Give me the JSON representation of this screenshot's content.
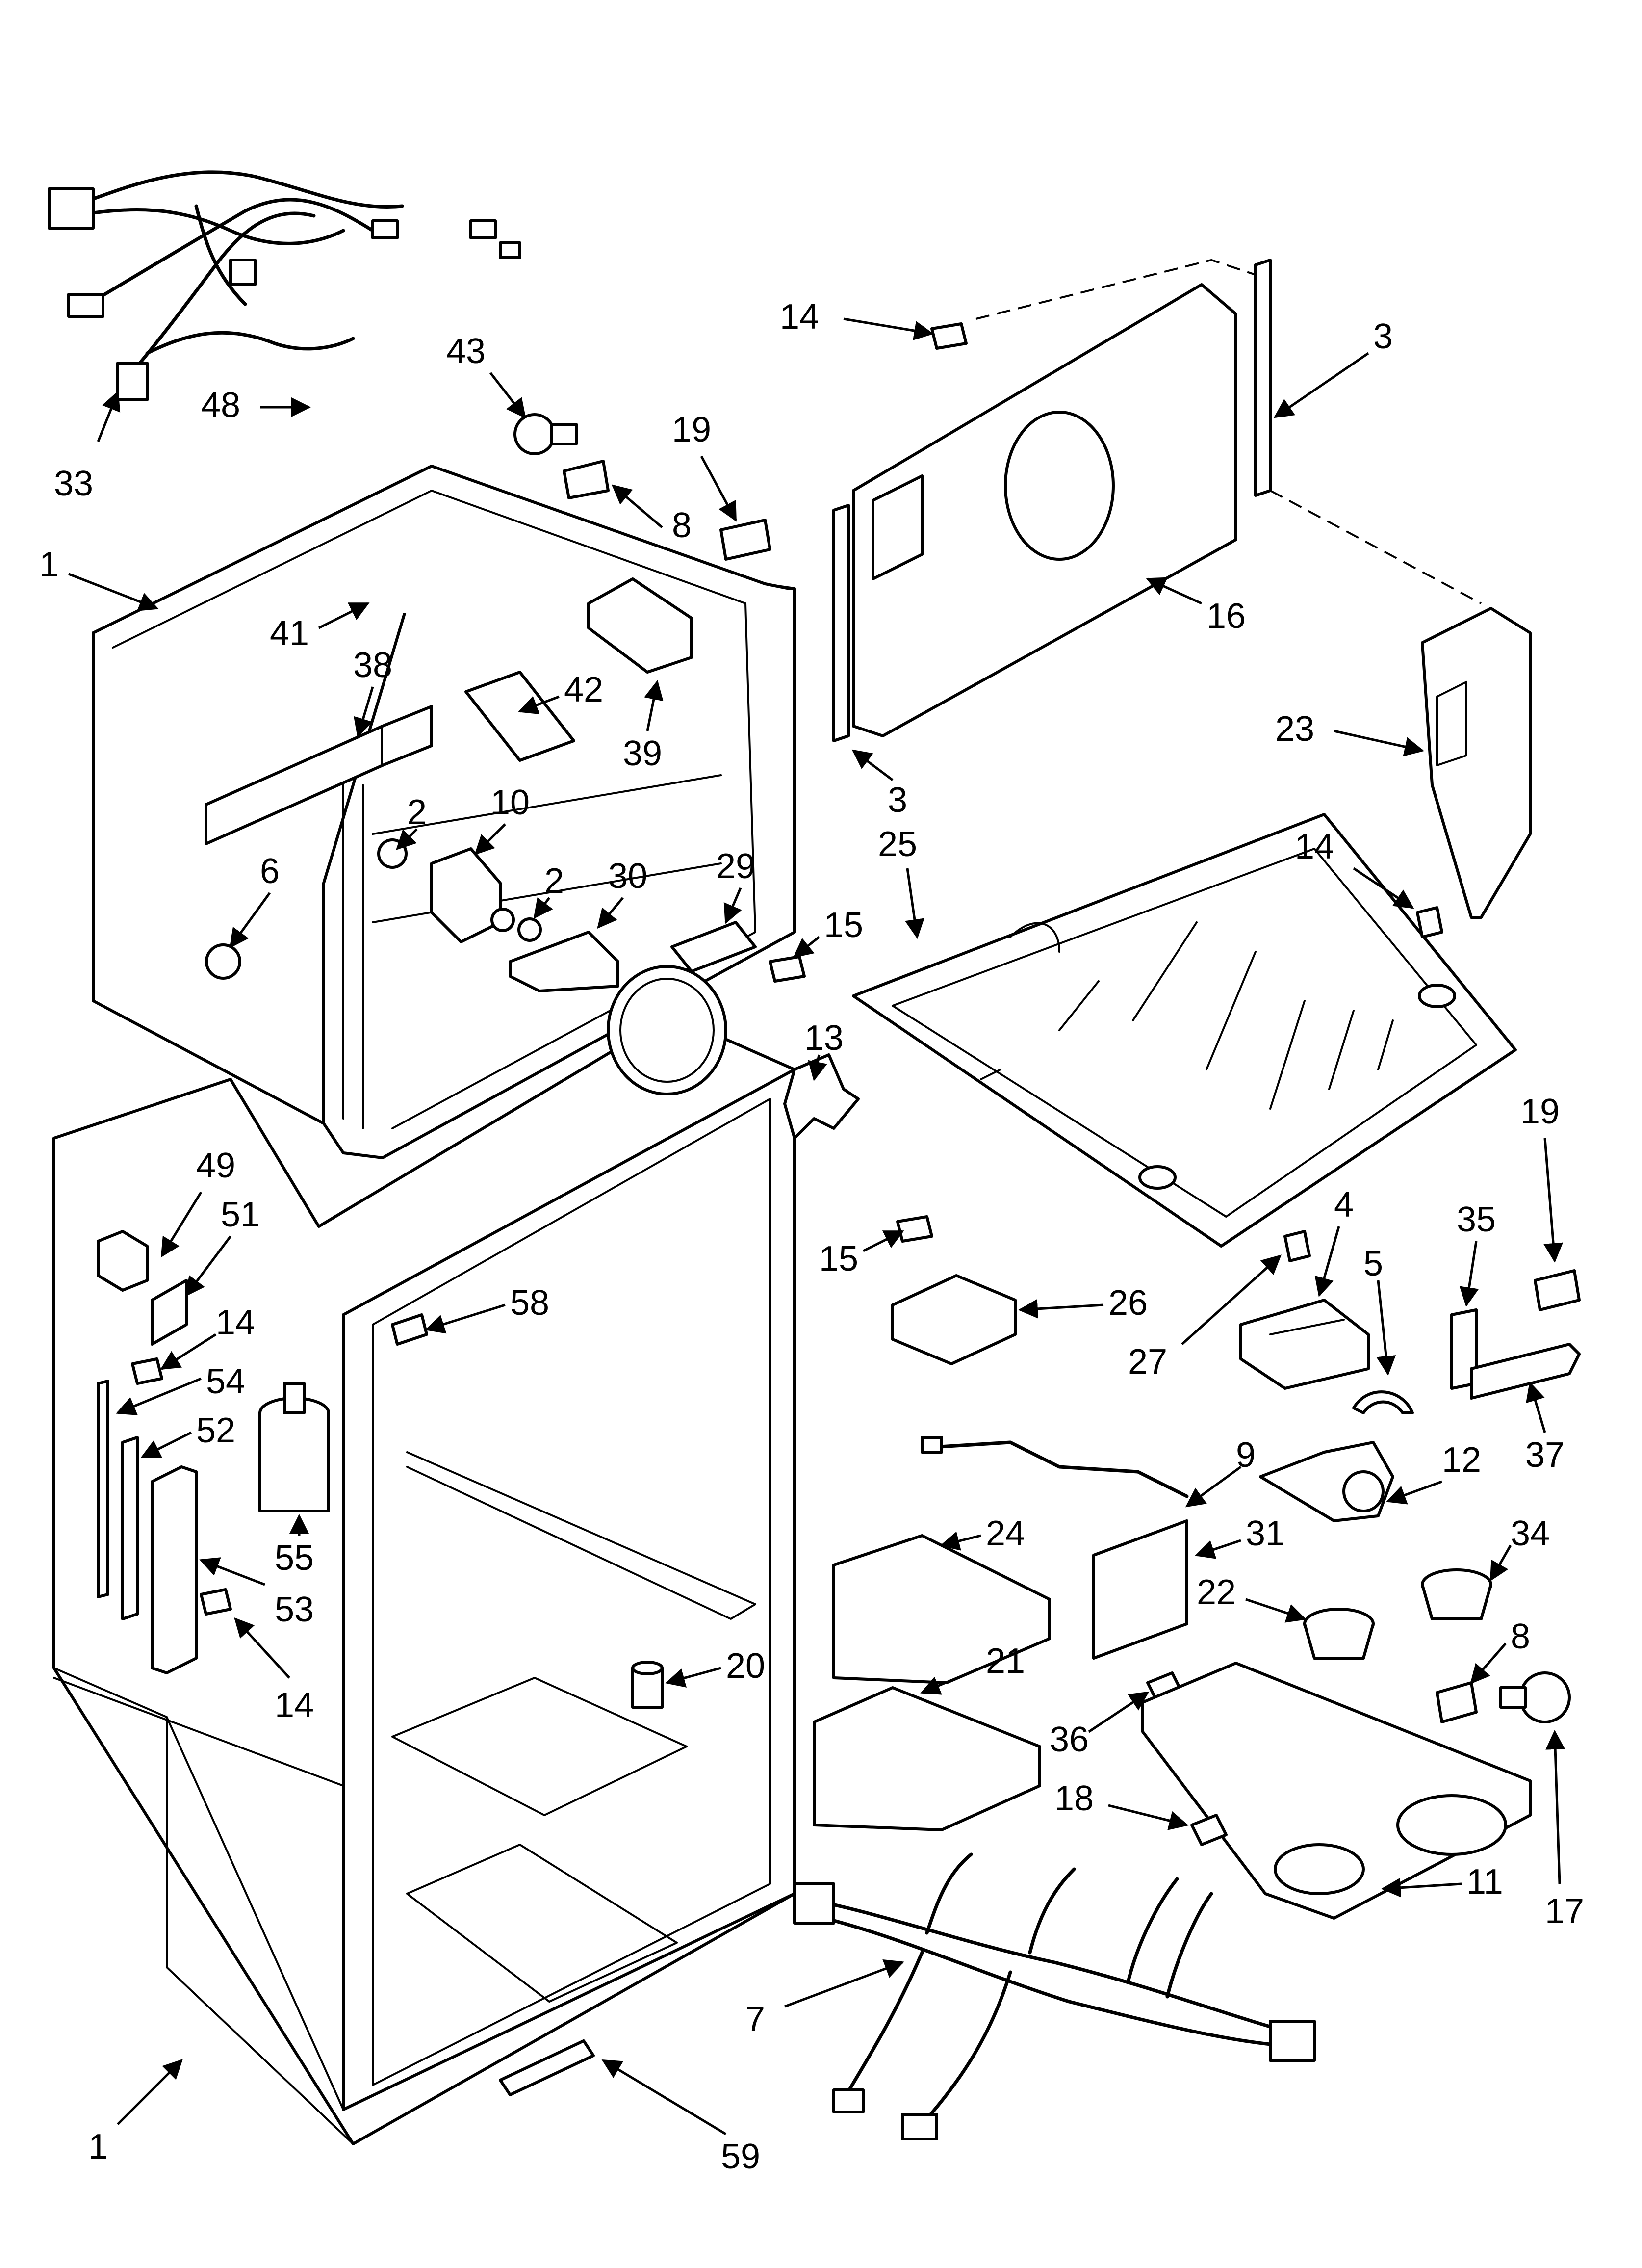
{
  "diagram": {
    "type": "exploded-parts-view",
    "callouts": [
      "1",
      "1",
      "2",
      "2",
      "3",
      "3",
      "4",
      "5",
      "6",
      "7",
      "8",
      "8",
      "9",
      "10",
      "11",
      "12",
      "13",
      "14",
      "14",
      "14",
      "14",
      "15",
      "15",
      "16",
      "17",
      "18",
      "19",
      "19",
      "20",
      "21",
      "22",
      "23",
      "24",
      "25",
      "26",
      "27",
      "29",
      "30",
      "31",
      "33",
      "34",
      "35",
      "36",
      "37",
      "38",
      "39",
      "41",
      "42",
      "43",
      "48",
      "49",
      "51",
      "52",
      "53",
      "54",
      "55",
      "58",
      "59"
    ]
  }
}
